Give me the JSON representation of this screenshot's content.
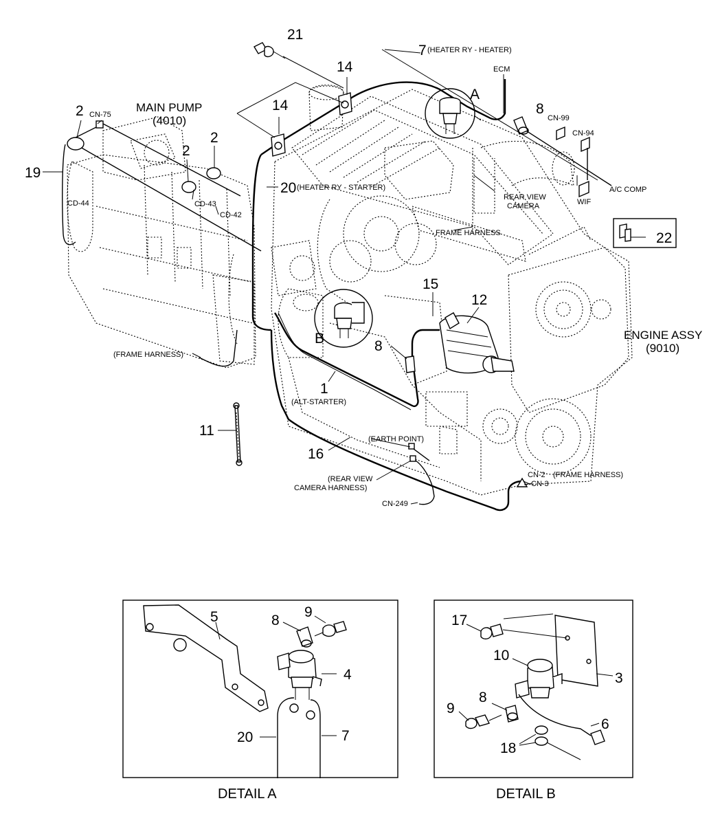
{
  "callouts": {
    "n21": "21",
    "n7": "7",
    "n14a": "14",
    "n14b": "14",
    "n2a": "2",
    "n2b": "2",
    "n2c": "2",
    "n19": "19",
    "n20": "20",
    "n8a": "8",
    "n22": "22",
    "n15": "15",
    "n12": "12",
    "n8b": "8",
    "n1": "1",
    "n11": "11",
    "n16": "16",
    "nA": "A",
    "nB": "B"
  },
  "labels": {
    "heater_ry_heater": "(HEATER RY - HEATER)",
    "ecm": "ECM",
    "cn99": "CN-99",
    "cn94": "CN-94",
    "cn75": "CN-75",
    "main_pump": "MAIN PUMP",
    "main_pump_code": "(4010)",
    "cd44": "CD-44",
    "cd43": "CD-43",
    "cd42": "CD-42",
    "heater_ry_starter": "(HEATER RY - STARTER)",
    "rear_view_camera_1": "REAR VIEW",
    "rear_view_camera_2": "CAMERA",
    "ac_comp": "A/C COMP",
    "wif": "WIF",
    "frame_harness_top": "FRAME HARNESS",
    "engine_assy": "ENGINE ASSY",
    "engine_assy_code": "(9010)",
    "frame_harness_left": "(FRAME HARNESS)",
    "alt_starter": "(ALT-STARTER)",
    "earth_point": "(EARTH POINT)",
    "rear_view_harness_1": "(REAR VIEW",
    "rear_view_harness_2": "CAMERA HARNESS)",
    "cn249": "CN-249",
    "cn2": "CN-2",
    "cn3": "CN-3",
    "frame_harness_right": "(FRAME HARNESS)"
  },
  "detail_a": {
    "caption": "DETAIL A",
    "callouts": {
      "n5": "5",
      "n8": "8",
      "n9": "9",
      "n4": "4",
      "n20": "20",
      "n7": "7"
    }
  },
  "detail_b": {
    "caption": "DETAIL B",
    "callouts": {
      "n17": "17",
      "n10": "10",
      "n3": "3",
      "n8": "8",
      "n9": "9",
      "n6": "6",
      "n18": "18"
    }
  }
}
